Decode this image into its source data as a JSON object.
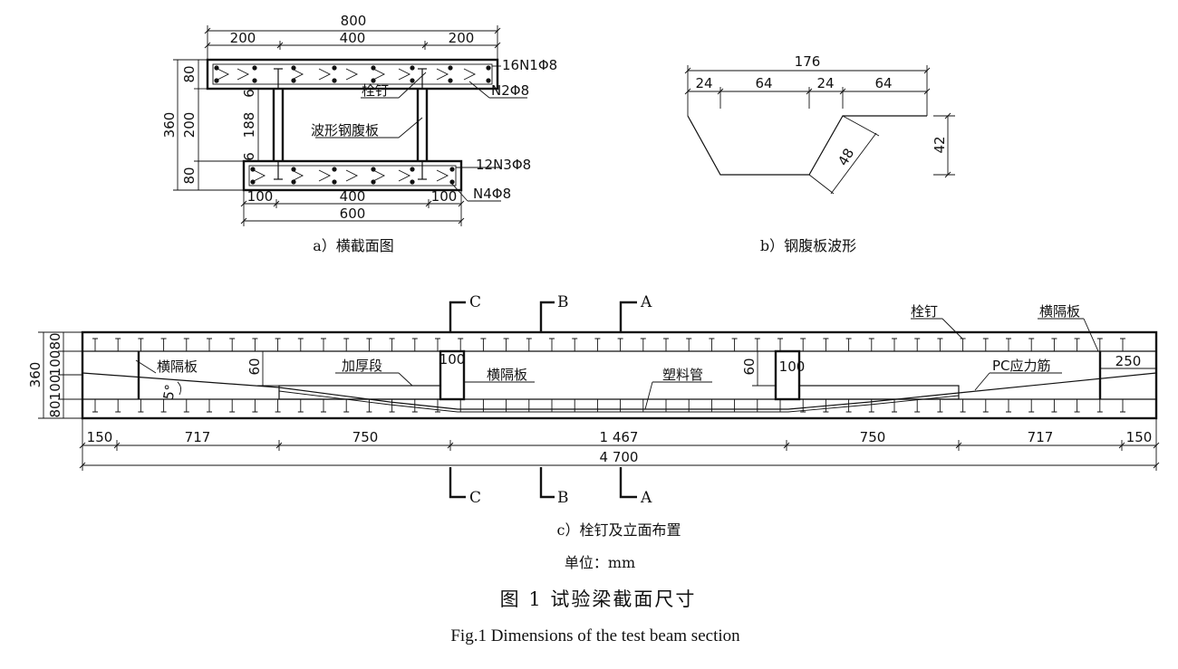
{
  "figure": {
    "title_cn": "图 1   试验梁截面尺寸",
    "title_en": "Fig.1   Dimensions of the test beam section",
    "unit": "单位：mm"
  },
  "panel_a": {
    "caption": "a）横截面图",
    "top_overall": "800",
    "top_parts": [
      "200",
      "400",
      "200"
    ],
    "left_overall": "360",
    "left_parts": [
      "80",
      "200",
      "80"
    ],
    "web_height": "188",
    "web_gap_top": "6",
    "web_gap_bottom": "6",
    "bottom_parts": [
      "100",
      "400",
      "100"
    ],
    "bottom_overall": "600",
    "labels": {
      "n1": "16N1Φ8",
      "n2": "N2Φ8",
      "n3": "12N3Φ8",
      "n4": "N4Φ8",
      "stud": "栓钉",
      "web": "波形钢腹板"
    }
  },
  "panel_b": {
    "caption": "b）钢腹板波形",
    "overall": "176",
    "parts": [
      "24",
      "64",
      "24",
      "64"
    ],
    "incline": "48",
    "depth": "42"
  },
  "panel_c": {
    "caption": "c）栓钉及立面布置",
    "left_parts": [
      "80",
      "100",
      "100",
      "80"
    ],
    "left_overall": "360",
    "section_marks": [
      "C",
      "B",
      "A"
    ],
    "bottom_parts": [
      "150",
      "717",
      "750",
      "1 467",
      "750",
      "717",
      "150"
    ],
    "overall": "4 700",
    "labels": {
      "diaphragm_left": "横隔板",
      "thickened": "加厚段",
      "diaphragm_mid": "横隔板",
      "plastic_pipe": "塑料管",
      "pc_tendon": "PC应力筋",
      "stud": "栓钉",
      "diaphragm_right": "横隔板",
      "angle": "5°",
      "d60_left": "60",
      "d60_right": "60",
      "d100_left": "100",
      "d100_right": "100",
      "d250": "250"
    }
  }
}
